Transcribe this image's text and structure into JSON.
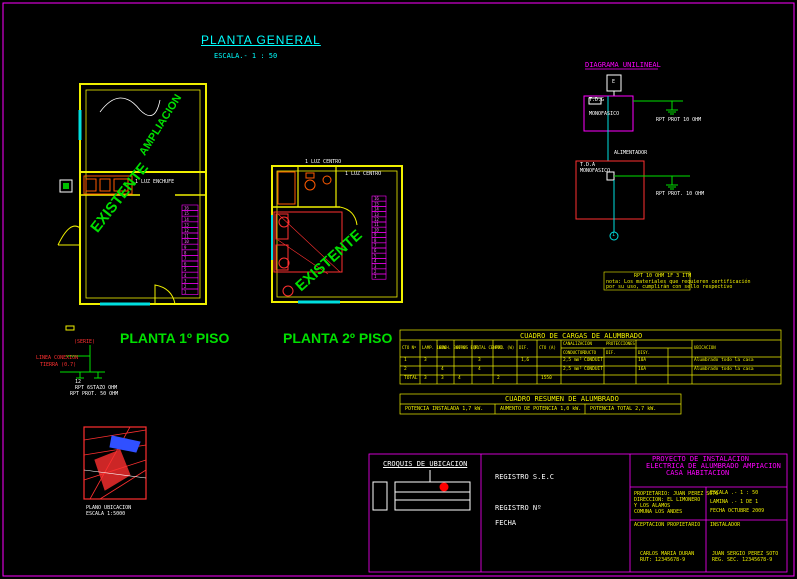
{
  "colors": {
    "bg": "#000000",
    "wall": "#f0f000",
    "text": "#ffffff",
    "title": "#00ffff",
    "green": "#00e000",
    "magenta": "#ff00ff",
    "red": "#ff0000",
    "blue": "#2020ff",
    "cyan": "#00ffff"
  },
  "title": {
    "main": "PLANTA GENERAL",
    "scale": "ESCALA.- 1 : 50"
  },
  "plan1": {
    "label": "PLANTA 1º PISO",
    "existente": "EXISTENTE",
    "ampliacion": "AMPLIACION",
    "luz_note": "1 LUZ ENCHUFE",
    "stair_numbers": [
      "16",
      "15",
      "14",
      "13",
      "12",
      "11",
      "10",
      "9",
      "8",
      "7",
      "6",
      "5",
      "4",
      "3",
      "2",
      "1"
    ]
  },
  "plan2": {
    "label": "PLANTA 2º PISO",
    "existente": "EXISTENTE",
    "luz_note": "1 LUZ CENTRO",
    "luz_note2": "1 LUZ CENTRO",
    "stair_numbers": [
      "16",
      "15",
      "14",
      "13",
      "12",
      "11",
      "10",
      "9",
      "8",
      "7",
      "6",
      "5",
      "4",
      "3",
      "2",
      "1"
    ]
  },
  "ground_small": {
    "box_label": "(SERIE)",
    "left_label": "LINEA CONEXION",
    "left_label2": "TIERRA (0.7)",
    "label1": "12",
    "label2": "RPT 6STAZO OHM",
    "label3": "RPT PROT. 50 OHM"
  },
  "site_plan": {
    "caption": "PLANO UBICACION",
    "caption2": "ESCALA 1:5000"
  },
  "unilineal": {
    "title": "DIAGRAMA UNILINEAL",
    "e_label": "E",
    "tdg": "T.D.G",
    "tdg_sub": "MONOFASICO",
    "rpt1": "RPT PROT 10 OHM",
    "tda": "T.D.A",
    "tda_sub": "MONOFASICO",
    "rpt2": "RPT PROT. 10 OHM",
    "alim": "ALIMENTADOR",
    "node": "1"
  },
  "note": {
    "line1": "RPT 10 OHM 1F 3 ITM",
    "line2": "nota: Los materiales que requieren certificación",
    "line3": "por su uso, cumplirán con sello respectivo"
  },
  "cuadro_cargas": {
    "title": "CUADRO DE CARGAS DE ALUMBRADO",
    "headers": [
      "CTO Nº",
      "LAMP. 100W",
      "ENCH. 300 W",
      "OTROS EQP.",
      "TOTAL CENTRO",
      "POT. (W)",
      "DIF.",
      "CTO (A)",
      "CANALIZACION",
      "PROTECCIONES",
      "UBICACION"
    ],
    "sub_headers": [
      "CONDUCTOR",
      "DUCTO",
      "DIF.",
      "DISY."
    ],
    "rows": [
      [
        "1",
        "3",
        "",
        "",
        "3",
        "",
        "1,6",
        "",
        "2,5 mm²",
        "CONDUIT",
        "10A",
        "Alumbrado todo la casa"
      ],
      [
        "2",
        "",
        "4",
        "",
        "4",
        "",
        "",
        "",
        "2,5 mm²",
        "CONDUIT",
        "16A",
        "Alumbrado todo la casa"
      ],
      [
        "TOTAL",
        "3",
        "3",
        "4",
        "",
        "2",
        "",
        "1550",
        "",
        "",
        "",
        ""
      ]
    ]
  },
  "cuadro_resumen": {
    "title": "CUADRO RESUMEN DE ALUMBRADO",
    "c1": "POTENCIA INSTALADA 1,7 kW.",
    "c2": "AUMENTO DE POTENCIA 1,0 kW.",
    "c3": "POTENCIA TOTAL 2,7 kW."
  },
  "title_block": {
    "croquis": "CROQUIS DE UBICACION",
    "registro_sec": "REGISTRO S.E.C",
    "registro_n": "REGISTRO Nº",
    "fecha": "FECHA",
    "project1": "PROYECTO DE INSTALACION",
    "project2": "ELECTRICA DE ALUMBRADO AMPIACION",
    "project3": "CASA HABITACION",
    "owner1": "PROPIETARIO: JUAN PEREZ SOTO",
    "owner2": "DIRECCION: EL LIMONERO",
    "owner3": "Y LOS ALAMOS",
    "owner4": "COMUNA LOS ANDES",
    "escala": "ESCALA .- 1 : 50",
    "lamina": "LAMINA .- 1 DE 1",
    "fecha_val": "FECHA  OCTUBRE 2009",
    "aceptacion": "ACEPTACION PROPIETARIO",
    "instalador": "INSTALADOR",
    "sign_left1": "CARLOS MARIA DURAN",
    "sign_left2": "RUT: 12345678-9",
    "sign_right1": "JUAN SERGIO PEREZ SOTO",
    "sign_right2": "REG. SEC. 12345678-9"
  }
}
